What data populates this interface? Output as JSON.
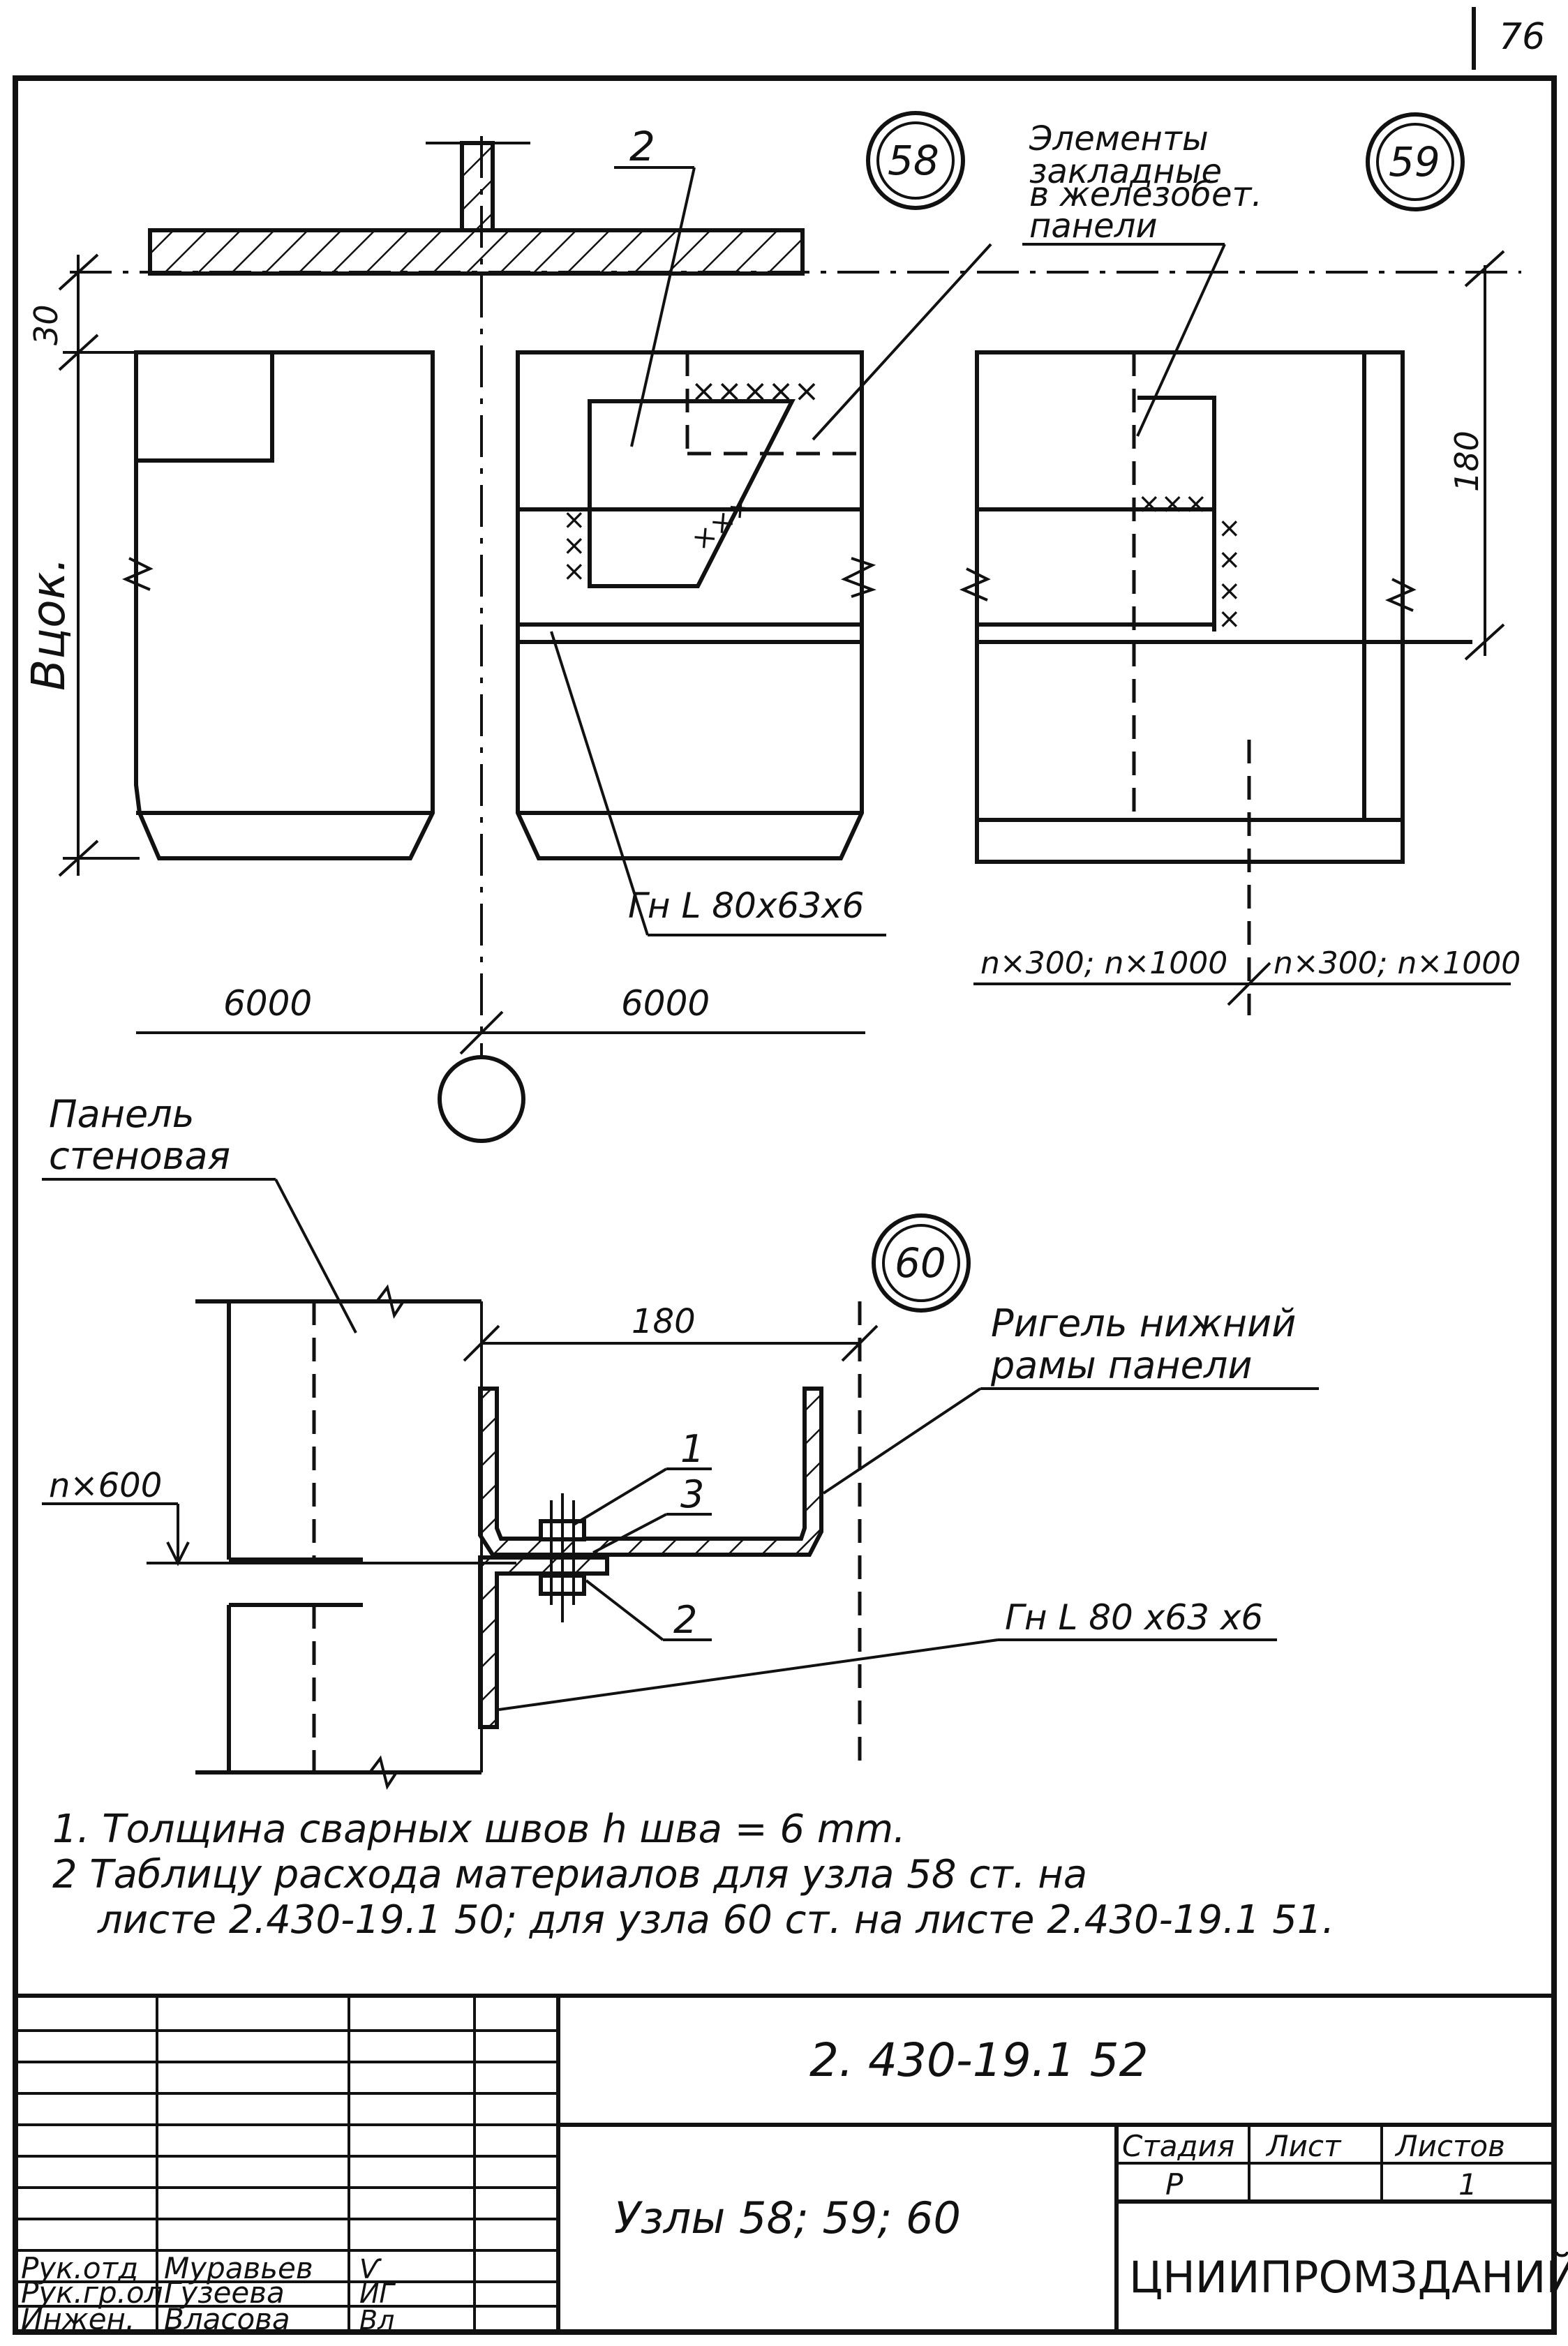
{
  "page_number": "76",
  "nodes": {
    "n58": "58",
    "n59": "59",
    "n60": "60"
  },
  "labels": {
    "pos_2_top": "2",
    "embedded_elements": [
      "Элементы",
      "закладные",
      "в железобет.",
      "панели"
    ],
    "dim_30": "30",
    "dim_180_right": "180",
    "dim_height": "Вцок.",
    "angle_top": "Гн L 80х63х6",
    "span_left": "6000",
    "span_right": "6000",
    "pitch_left": "n×300; n×1000",
    "pitch_right": "n×300; n×1000",
    "wall_panel": [
      "Панель",
      "стеновая"
    ],
    "dim_180_bottom": "180",
    "rigel": [
      "Ригель  нижний",
      "рамы  панели"
    ],
    "pitch_600": "n×600",
    "pos_1": "1",
    "pos_3": "3",
    "pos_2": "2",
    "angle_bottom": "Гн L 80 х63 х6"
  },
  "notes": [
    "1.  Толщина  сварных  швов    h шва = 6 mm.",
    "2  Таблицу  расхода  материалов  для  узла  58  ст.  на",
    "листе  2.430-19.1  50;  для  узла  60  ст.  на  листе  2.430-19.1  51."
  ],
  "title_block": {
    "doc_code": "2. 430-19.1 52",
    "title": "Узлы 58; 59; 60",
    "stage_header": "Стадия",
    "sheet_header": "Лист",
    "sheets_header": "Листов",
    "stage": "Р",
    "sheet": "",
    "sheets": "1",
    "organization": "ЦНИИПРОМЗДАНИЙ",
    "people": [
      {
        "role": "Рук.отд",
        "name": "Муравьев",
        "sign": "Ѵ"
      },
      {
        "role": "Рук.гр.ол",
        "name": "Гузеева",
        "sign": "ИГ"
      },
      {
        "role": "Инжен.",
        "name": "Власова",
        "sign": "Вл"
      }
    ]
  }
}
